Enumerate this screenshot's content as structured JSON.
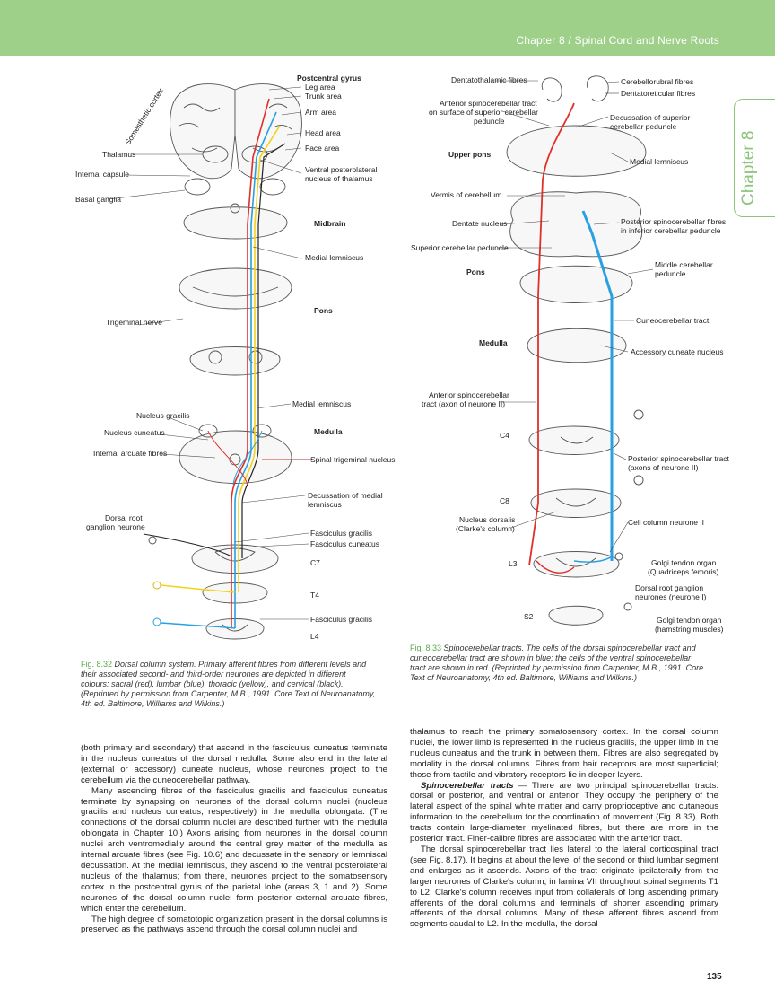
{
  "header": {
    "title": "Chapter 8 / Spinal Cord and Nerve Roots"
  },
  "chapter_tab": "Chapter 8",
  "fig832": {
    "labels": {
      "postcentral": "Postcentral gyrus",
      "leg": "Leg area",
      "trunk": "Trunk area",
      "arm": "Arm area",
      "somesthetic": "Somesthetic cortex",
      "head": "Head area",
      "face": "Face area",
      "thalamus": "Thalamus",
      "capsule": "Internal capsule",
      "vpl_1": "Ventral posterolateral",
      "vpl_2": "nucleus of thalamus",
      "basal": "Basal ganglia",
      "midbrain": "Midbrain",
      "medial_lemniscus": "Medial lemniscus",
      "pons": "Pons",
      "trigeminal": "Trigeminal nerve",
      "medial_lemniscus_2": "Medial lemniscus",
      "gracilis": "Nucleus gracilis",
      "cuneatus": "Nucleus cuneatus",
      "medulla": "Medulla",
      "arcuate": "Internal arcuate fibres",
      "spinal_trig": "Spinal trigeminal nucleus",
      "decussation_1": "Decussation of medial",
      "decussation_2": "lemniscus",
      "root_1": "Dorsal root",
      "root_2": "ganglion neurone",
      "fasc_gracilis": "Fasciculus gracilis",
      "fasc_cuneatus": "Fasciculus cuneatus",
      "c7": "C7",
      "t4": "T4",
      "fasc_gracilis_2": "Fasciculus gracilis",
      "l4": "L4"
    },
    "caption": {
      "number": "Fig. 8.32",
      "lines": [
        "Dorsal column system. Primary afferent fibres from different levels and",
        "their associated second- and third-order neurones are depicted in different",
        "colours: sacral (red), lumbar (blue), thoracic (yellow), and cervical (black).",
        "(Reprinted by permission from Carpenter, M.B., 1991. Core Text of Neuroanatomy,",
        "4th ed. Baltimore, Williams and Wilkins.)"
      ]
    }
  },
  "fig833": {
    "labels": {
      "dentatothalamic": "Dentatothalamic fibres",
      "cerebellorubral": "Cerebellorubral fibres",
      "dentatoreticular": "Dentatoreticular fibres",
      "anterior_1": "Anterior spinocerebellar tract",
      "anterior_2": "on surface of superior cerebellar",
      "anterior_3": "peduncle",
      "decussation_1": "Decussation of superior",
      "decussation_2": "cerebellar peduncle",
      "upper_pons": "Upper pons",
      "medial_lemniscus": "Medial lemniscus",
      "vermis": "Vermis of cerebellum",
      "dentate": "Dentate nucleus",
      "posterior_1": "Posterior spinocerebellar fibres",
      "posterior_2": "in inferior cerebellar peduncle",
      "superior_ped": "Superior cerebellar peduncle",
      "pons": "Pons",
      "middle_1": "Middle cerebellar",
      "middle_2": "peduncle",
      "cuneocerebellar": "Cuneocerebellar tract",
      "medulla": "Medulla",
      "accessory": "Accessory cuneate nucleus",
      "ant_tract_1": "Anterior spinocerebellar",
      "ant_tract_2": "tract (axon of neurone II)",
      "c4": "C4",
      "post_tract_1": "Posterior spinocerebellar tract",
      "post_tract_2": "(axons of neurone II)",
      "c8": "C8",
      "dorsalis_1": "Nucleus dorsalis",
      "dorsalis_2": "(Clarke's column)",
      "cell_column": "Cell column neurone II",
      "l3": "L3",
      "golgi_1a": "Golgi tendon organ",
      "golgi_1b": "(Quadriceps femoris)",
      "root_1": "Dorsal root ganglion",
      "root_2": "neurones (neurone I)",
      "s2": "S2",
      "golgi_2a": "Golgi tendon organ",
      "golgi_2b": "(hamstring muscles)"
    },
    "caption": {
      "number": "Fig. 8.33",
      "lines": [
        "Spinocerebellar tracts. The cells of the dorsal spinocerebellar tract and",
        "cuneocerebellar tract are shown in blue; the cells of the ventral spinocerebellar",
        "tract are shown in red. (Reprinted by permission from Carpenter, M.B., 1991. Core",
        "Text of Neuroanatomy, 4th ed. Baltimore, Williams and Wilkins.)"
      ]
    }
  },
  "body": {
    "left": {
      "p1": "(both primary and secondary) that ascend in the fasciculus cuneatus terminate in the nucleus cuneatus of the dorsal medulla. Some also end in the lateral (external or accessory) cuneate nucleus, whose neurones project to the cerebellum via the cuneocerebellar pathway.",
      "p2": "Many ascending fibres of the fasciculus gracilis and fasciculus cuneatus terminate by synapsing on neurones of the dorsal column nuclei (nucleus gracilis and nucleus cuneatus, respectively) in the medulla oblongata. (The connections of the dorsal column nuclei are described further with the medulla oblongata in Chapter 10.) Axons arising from neurones in the dorsal column nuclei arch ventromedially around the central grey matter of the medulla as internal arcuate fibres (see Fig. 10.6) and decussate in the sensory or lemniscal decussation. At the medial lemniscus, they ascend to the ventral posterolateral nucleus of the thalamus; from there, neurones project to the somatosensory cortex in the postcentral gyrus of the parietal lobe (areas 3, 1 and 2). Some neurones of the dorsal column nuclei form posterior external arcuate fibres, which enter the cerebellum.",
      "p3": "The high degree of somatotopic organization present in the dorsal columns is preserved as the pathways ascend through the dorsal column nuclei and"
    },
    "right": {
      "p1": "thalamus to reach the primary somatosensory cortex. In the dorsal column nuclei, the lower limb is represented in the nucleus gracilis, the upper limb in the nucleus cuneatus and the trunk in between them. Fibres are also segregated by modality in the dorsal columns. Fibres from hair receptors are most superficial; those from tactile and vibratory receptors lie in deeper layers.",
      "p2_title": "Spinocerebellar tracts",
      "p2": " — There are two principal spinocerebellar tracts: dorsal or posterior, and ventral or anterior. They occupy the periphery of the lateral aspect of the spinal white matter and carry proprioceptive and cutaneous information to the cerebellum for the coordination of movement (Fig. 8.33). Both tracts contain large-diameter myelinated fibres, but there are more in the posterior tract. Finer-calibre fibres are associated with the anterior tract.",
      "p3": "The dorsal spinocerebellar tract lies lateral to the lateral corticospinal tract (see Fig. 8.17). It begins at about the level of the second or third lumbar segment and enlarges as it ascends. Axons of the tract originate ipsilaterally from the larger neurones of Clarke's column, in lamina VII throughout spinal segments T1 to L2. Clarke's column receives input from collaterals of long ascending primary afferents of the doral columns and terminals of shorter ascending primary afferents of the dorsal columns. Many of these afferent fibres ascend from segments caudal to L2. In the medulla, the dorsal"
    }
  },
  "page_number": "135",
  "colors": {
    "header": "#9ed08a",
    "accent": "#5aa84a",
    "red": "#e0302a",
    "blue": "#2aa0e0",
    "yellow": "#f2d21a"
  }
}
